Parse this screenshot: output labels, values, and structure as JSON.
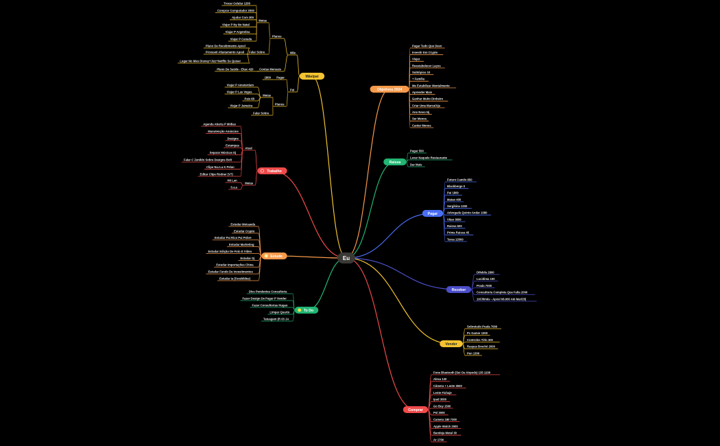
{
  "root": {
    "label": "Eu",
    "color": "#3a3936"
  },
  "colors": {
    "yellow": "#f4c430",
    "orange": "#f79a4b",
    "green": "#22b573",
    "blue": "#4a6ef5",
    "indigo": "#4c4fc9",
    "red": "#f04a4a",
    "connector_neutral": "#cfcfcf"
  },
  "branches": [
    {
      "id": "minipai",
      "label": "Mãe/pai",
      "color": "#f4c430",
      "groups": [
        {
          "id": "mae",
          "label": "Mãe",
          "groups": [
            {
              "id": "mae-planos",
              "label": "Planos",
              "groups": [
                {
                  "id": "mae-metas",
                  "label": "Metas",
                  "items": [
                    "Trocar Celular 1200",
                    "Comprar Computador 2000",
                    "Ajudar Com 300",
                    "Viajar P Ny No Natal",
                    "Viajar P Argentina",
                    "Viajar P Canada"
                  ]
                },
                {
                  "id": "mae-falar",
                  "label": "Falar Sobre",
                  "items": [
                    "Plano De Recebimento Aposl",
                    "Provavel Afastamento Aposl",
                    "Lugar No Meu Disney+Jizz+Netflix Se Quiser"
                  ]
                }
              ]
            },
            {
              "id": "mae-contas",
              "label": "Contas Mensais",
              "items": [
                "Plano De Saúde - Ekac 420"
              ]
            }
          ]
        },
        {
          "id": "pai",
          "label": "Pai",
          "groups": [
            {
              "id": "pai-pagar",
              "label": "Pagar",
              "items": [
                "1800"
              ]
            },
            {
              "id": "pai-planos",
              "label": "Planos",
              "groups": [
                {
                  "id": "pai-metas",
                  "label": "Metas",
                  "items": [
                    "Viajar P Amsterdam",
                    "Viajar P Las Vegas",
                    "Pais 68",
                    "Viajar P Jamaica"
                  ]
                },
                {
                  "id": "pai-falar",
                  "label": "Falar Sobre",
                  "items": []
                }
              ]
            }
          ]
        }
      ]
    },
    {
      "id": "objetivos",
      "label": "Objetivos 2024",
      "color": "#f79a4b",
      "items": [
        "Pagar Tudo Que Devo",
        "Investir Em Crypto",
        "Viajar",
        "Reestabelecer Laços",
        "Subtópico 10",
        "+ Família",
        "Me Estabilizar Mentalmente",
        "Aprender Mais",
        "Ganhar Muito Dinheiro",
        "Criar Uma Marca/Aja",
        "Ano Novo Nj",
        "Ser Menos",
        "Cantar Menos"
      ]
    },
    {
      "id": "raissa",
      "label": "Raíssa",
      "color": "#22b573",
      "items": [
        "Pagar 550",
        "Levar Naquele Restaurante",
        "Dar Mais"
      ]
    },
    {
      "id": "pagar",
      "label": "Pagar",
      "color": "#4a6ef5",
      "items": [
        "Futuro Camilo 850",
        "Blackberge 0",
        "Pai 1800",
        "Matao 400",
        "Sergikina 1200",
        "Advogada Quinto Andar 1080",
        "Vitao 3600",
        "Raissa 500",
        "Prima Raissa 45",
        "Tarsa 12000"
      ]
    },
    {
      "id": "receber",
      "label": "Receber",
      "color": "#4c4fc9",
      "items": [
        "Difebila 2800",
        "Lucidima 100",
        "Prada 7000",
        "Consultoria Completa Que Falta 2000",
        "10Cli/mês - Aposl 08.000 Até Mar/25)"
      ]
    },
    {
      "id": "vender",
      "label": "Vender",
      "color": "#f4c430",
      "items": [
        "Sobretudo Prada 7000",
        "Pc Gamer 1300",
        "Controles Tirlo 300",
        "Raspas Brechó 2000",
        "Pen 1300"
      ]
    },
    {
      "id": "comprar",
      "label": "Comprar",
      "color": "#f04a4a",
      "items": [
        "Fone Bluetooth (Sei Os Airpods) 135 1200",
        "Alexa 130",
        "Câmera + Lente 3000",
        "Lente Fixhaje",
        "Ipad 3000",
        "Go Buy 1500",
        "Psl 2000",
        "Camera 180 7300",
        "Apple Watch 2000",
        "Bandeja Metal 30",
        "Ar 1700"
      ]
    },
    {
      "id": "trabalho",
      "label": "Trabalho",
      "icon": "clock-icon",
      "color": "#f04a4a",
      "groups": [
        {
          "id": "trab-atual",
          "label": "Atual",
          "items": [
            "Agenda Aberta P Mídias",
            "Manutenção Anúncios",
            "Designs",
            "Estampas",
            "Separar Músicas Dj",
            "Falar C Zenildo Sobre Designs Bolt",
            "Clipe Nu.n.a K Pelan",
            "Editar Clipe Rodner (V7)"
          ]
        },
        {
          "id": "trab-metas",
          "label": "Metas",
          "items": [
            "Hit Lan",
            "S.a.a"
          ]
        }
      ]
    },
    {
      "id": "estudo",
      "label": "Estudo",
      "icon": "lightbulb-icon",
      "color": "#f79a4b",
      "items": [
        "Estudar Moisaeda",
        "Estudar Crypto",
        "Estudar Pai Rico Pai Pobre",
        "Estudar Marketing",
        "Estudar Edição De Foto E Vídeo",
        "Estudar Dj",
        "Estudar Importações China",
        "Estudar Fundo De Investimentos",
        "Estudar Ia (Ferahildes)"
      ]
    },
    {
      "id": "todo",
      "label": "To Do",
      "icon": "sun-icon",
      "color": "#22b573",
      "items": [
        "Dívs Pendentes Consultoria",
        "Fazer Design De Pagar P Vender",
        "Fazer Consultorias Hugao",
        "Limpar Quarto",
        "Tatuagem (R 03 JA"
      ]
    }
  ]
}
